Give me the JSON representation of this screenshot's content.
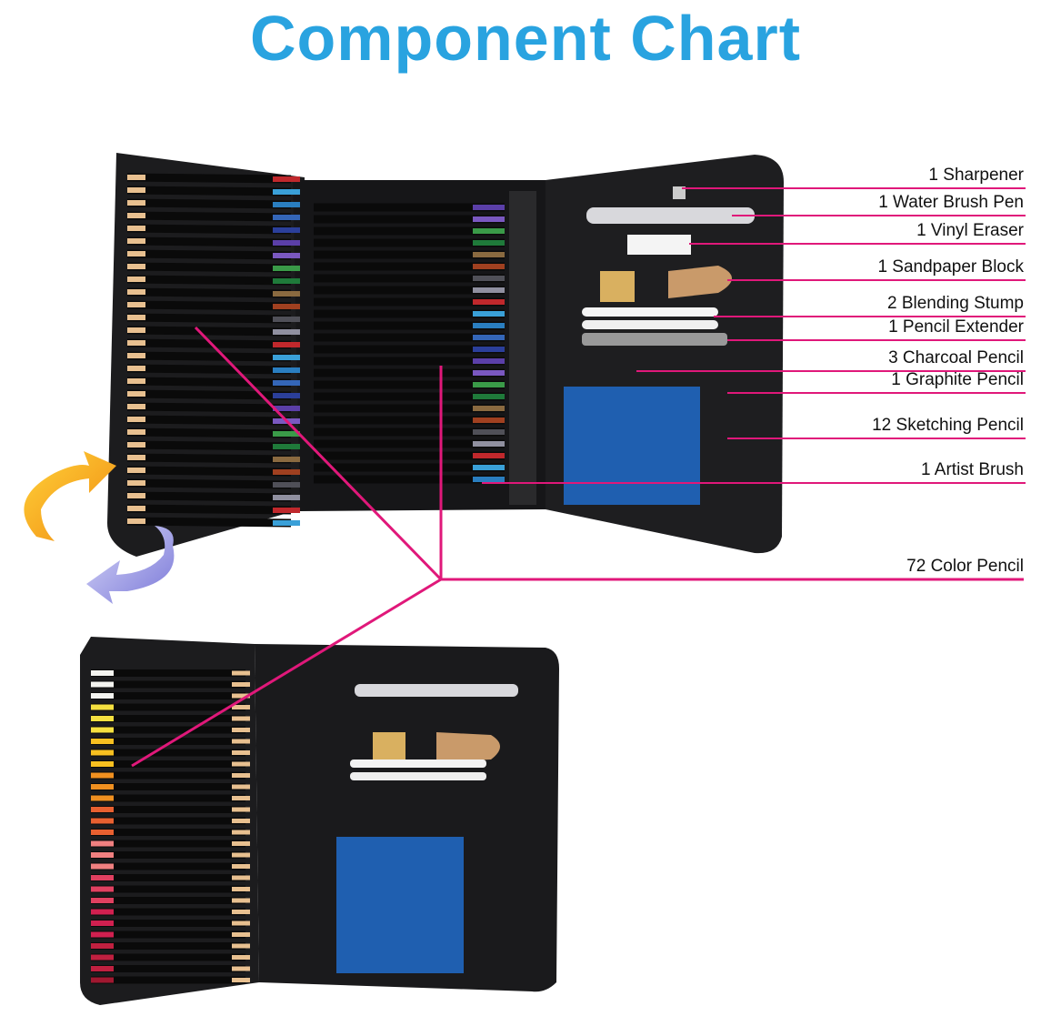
{
  "title": "Component Chart",
  "accent_color": "#e0187a",
  "title_color": "#29a3e0",
  "components": [
    {
      "label": "1 Sharpener"
    },
    {
      "label": "1 Water Brush Pen"
    },
    {
      "label": "1 Vinyl Eraser"
    },
    {
      "label": "1 Sandpaper Block"
    },
    {
      "label": "2 Blending Stump"
    },
    {
      "label": "1 Pencil Extender"
    },
    {
      "label": "3 Charcoal Pencil"
    },
    {
      "label": "1 Graphite Pencil"
    },
    {
      "label": "12 Sketching Pencil"
    },
    {
      "label": "1 Artist Brush"
    },
    {
      "label": "72 Color Pencil"
    }
  ]
}
